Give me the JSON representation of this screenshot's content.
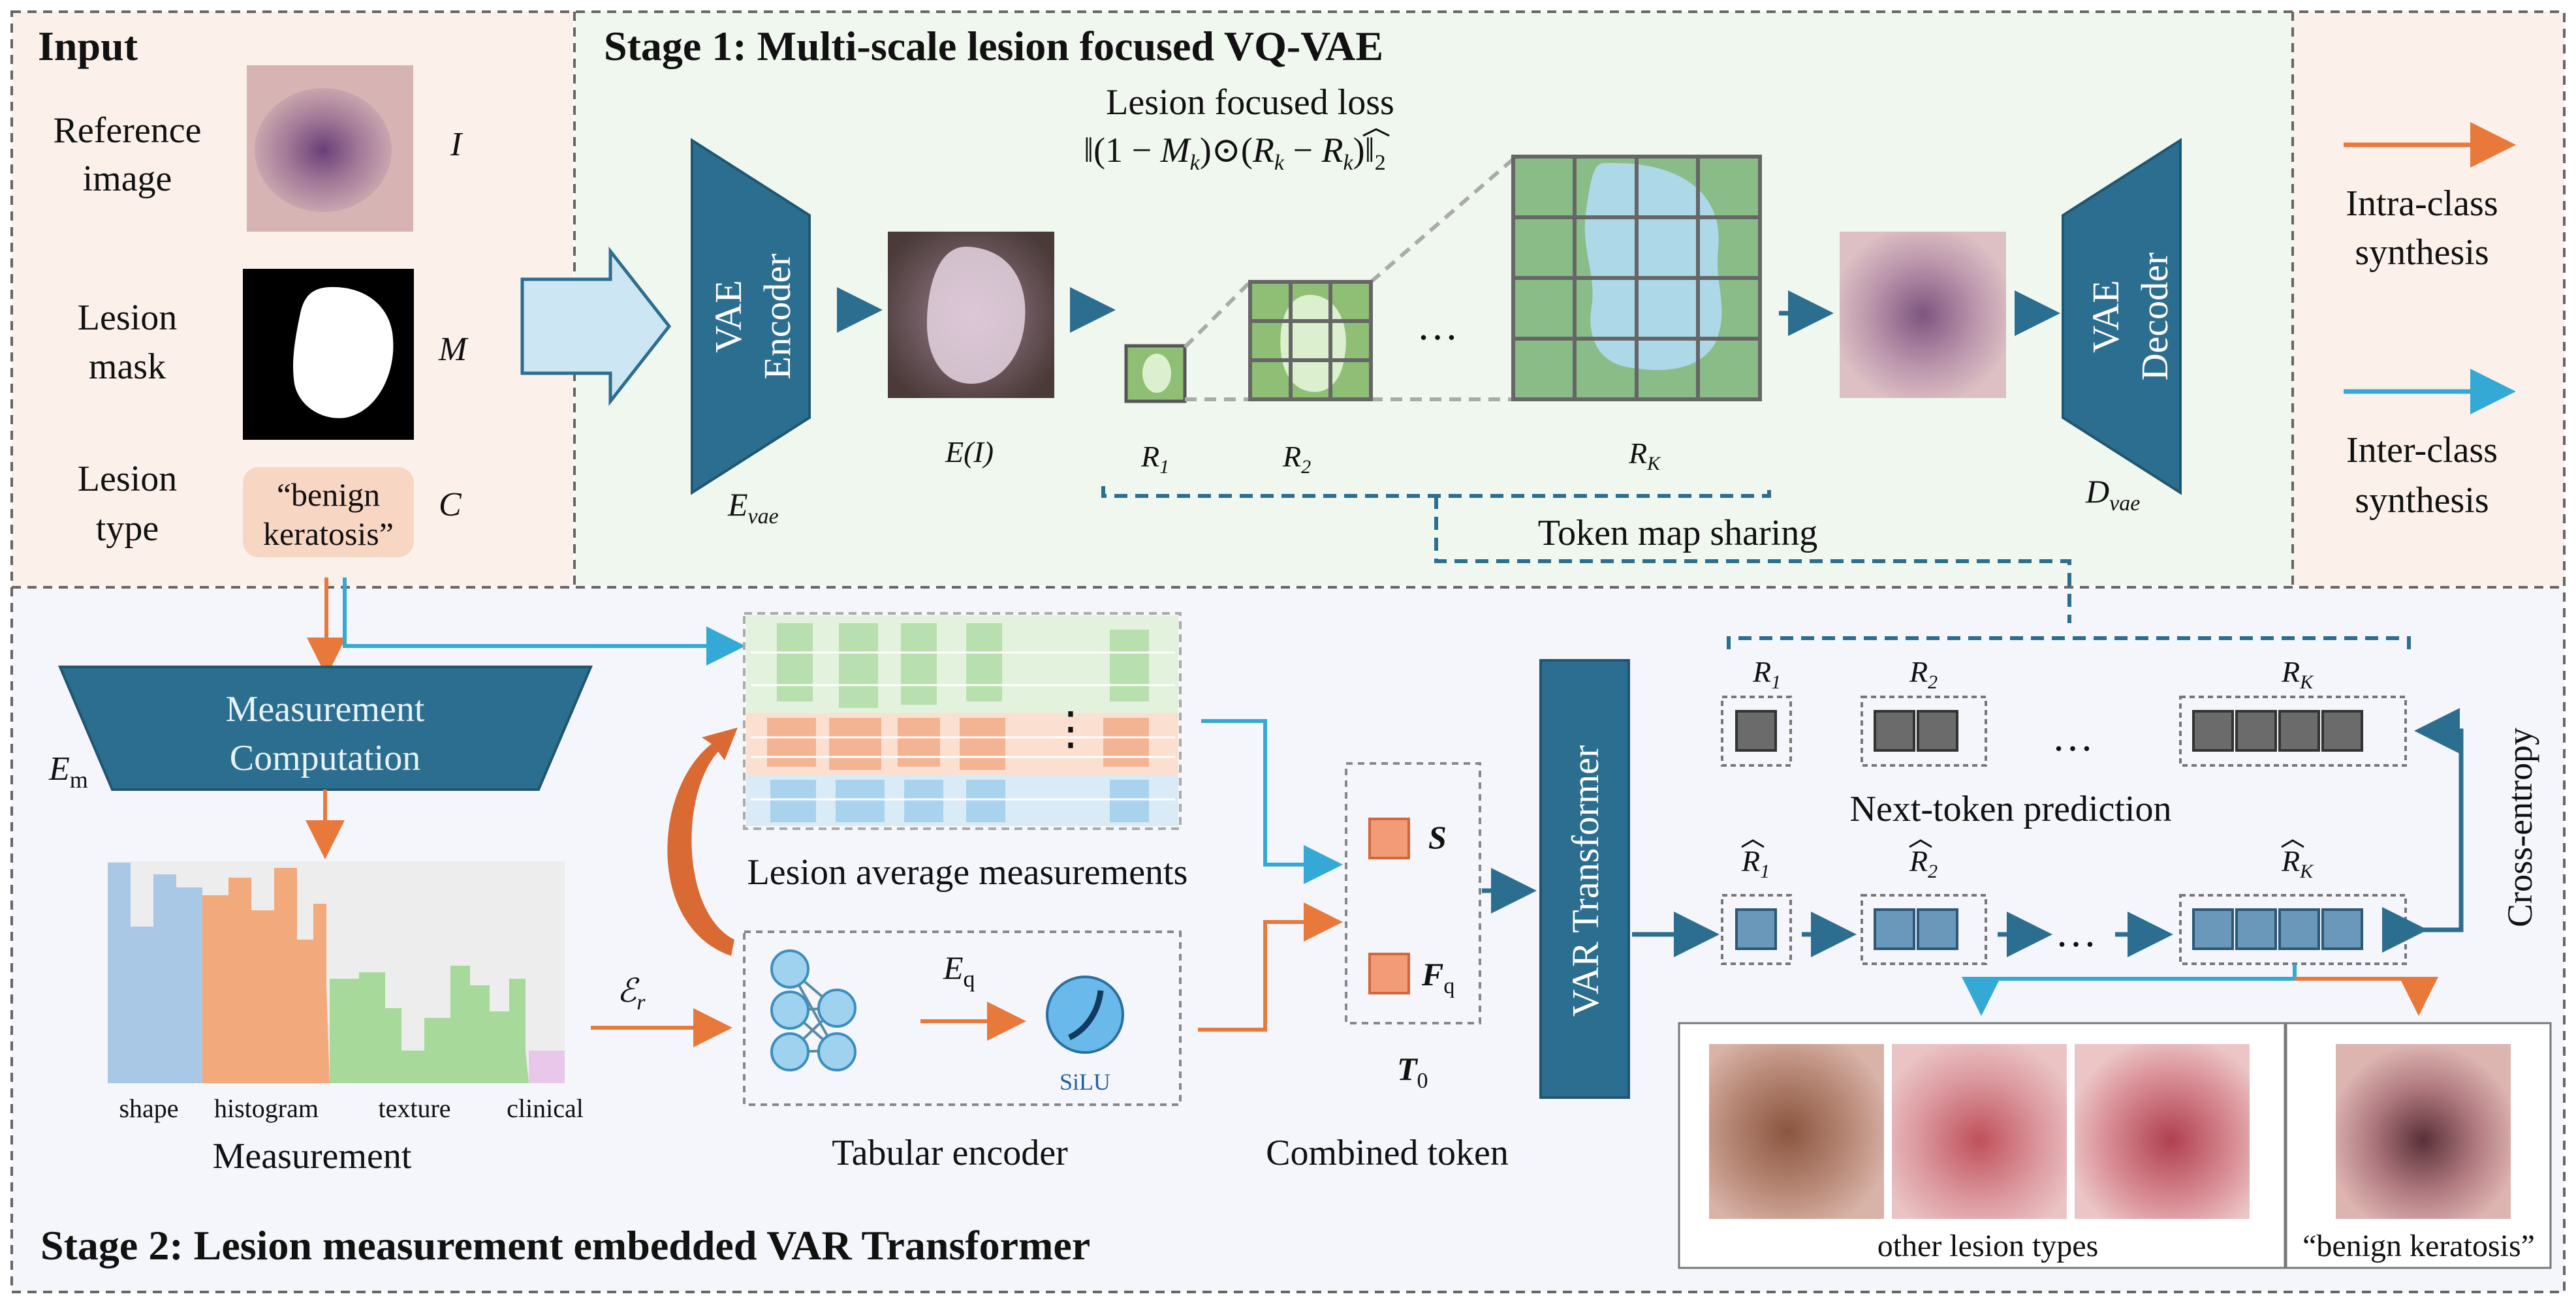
{
  "input": {
    "title": "Input",
    "reference_label_1": "Reference",
    "reference_label_2": "image",
    "reference_symbol": "I",
    "mask_label_1": "Lesion",
    "mask_label_2": "mask",
    "mask_symbol": "M",
    "type_label_1": "Lesion",
    "type_label_2": "type",
    "type_value_1": "“benign",
    "type_value_2": "keratosis”",
    "type_symbol": "C"
  },
  "stage1": {
    "title": "Stage 1: Multi-scale lesion focused VQ-VAE",
    "loss_title": "Lesion focused loss",
    "loss_formula": "‖(1 − M",
    "loss_formula_full": "‖(1 − Mₖ)⊙(Rₖ − R̂ₖ)‖₂",
    "encoder_label_1": "VAE",
    "encoder_label_2": "Encoder",
    "encoder_symbol": "E_vae",
    "encoded_symbol": "E(I)",
    "r1": "R₁",
    "r2": "R₂",
    "rk": "R_K",
    "dots": "…",
    "decoder_label_1": "VAE",
    "decoder_label_2": "Decoder",
    "decoder_symbol": "D_vae",
    "token_sharing": "Token map sharing"
  },
  "legend": {
    "intra_1": "Intra-class",
    "intra_2": "synthesis",
    "inter_1": "Inter-class",
    "inter_2": "synthesis",
    "intra_color": "#e8793a",
    "inter_color": "#35a9d6"
  },
  "stage2": {
    "title": "Stage 2: Lesion measurement embedded VAR Transformer",
    "measurement_box_1": "Measurement",
    "measurement_box_2": "Computation",
    "em_symbol": "E_m",
    "measurement_caption": "Measurement",
    "bar_labels": [
      "shape",
      "histogram",
      "texture",
      "clinical"
    ],
    "er_symbol": "ℰ_r",
    "avg_caption": "Lesion average measurements",
    "avg_dots": "⋮",
    "tabular_caption": "Tabular encoder",
    "eq_symbol": "E_q",
    "silu": "SiLU",
    "combined_caption": "Combined token",
    "s_symbol": "S",
    "fq_symbol": "F_q",
    "t0_symbol": "T₀",
    "var_label": "VAR Transformer",
    "next_token": "Next-token prediction",
    "cross_entropy": "Cross-entropy",
    "top_r1": "R₁",
    "top_r2": "R₂",
    "top_rk": "R_K",
    "pred_r1": "R̂₁",
    "pred_r2": "R̂₂",
    "pred_rk": "R̂_K",
    "dots": "…",
    "other_types": "other lesion types",
    "benign": "“benign keratosis”"
  },
  "colors": {
    "teal": "#2c6e8f",
    "orange": "#e8793a",
    "blue": "#35a9d6",
    "input_bg": "#fcf1ea",
    "stage1_bg": "#f0f7ee",
    "stage2_bg": "#f5f6fb"
  }
}
